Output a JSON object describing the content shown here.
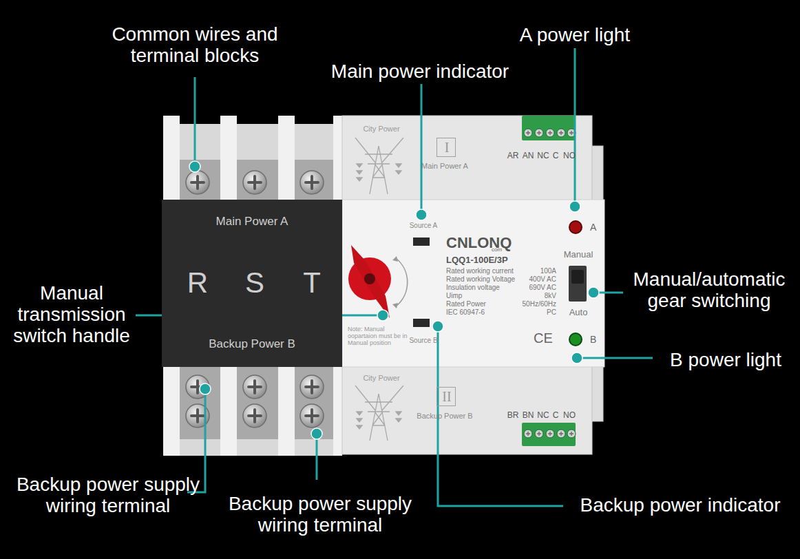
{
  "diagram": {
    "nodes": [
      {
        "text": [
          "I"
        ]
      },
      {
        "text": [
          "Main Power A",
          "R",
          "S",
          "T",
          "Backup Power B"
        ]
      },
      {
        "text": [
          "II"
        ]
      }
    ],
    "labels": [
      "Common wires and terminal blocks",
      "A power light",
      "Main power indicator",
      "Manual transmission switch handle",
      "Manual/automatic gear switching",
      "B power light",
      "Backup power supply wiring terminal",
      "Backup power supply wiring terminal",
      "Backup power indicator",
      "City Power",
      "Main Power A",
      "AR",
      "AN",
      "NC",
      "C",
      "NO",
      "Source A",
      "A",
      "CNLONQ",
      "com",
      "LQQ1-100E/3P",
      "Rated working current",
      "100A",
      "Rated working Voltage",
      "400V AC",
      "Insulation voltage",
      "690V AC",
      "Uimp",
      "8kV",
      "Rated Power",
      "50Hz/60Hz",
      "IEC 60947-6",
      "PC",
      "Manual",
      "Auto",
      "CE",
      "B",
      "Note: Manual oopartaion must be in Manual position",
      "Source B",
      "City Power",
      "Backup Power B",
      "BR",
      "BN",
      "NC",
      "C",
      "NO"
    ]
  }
}
